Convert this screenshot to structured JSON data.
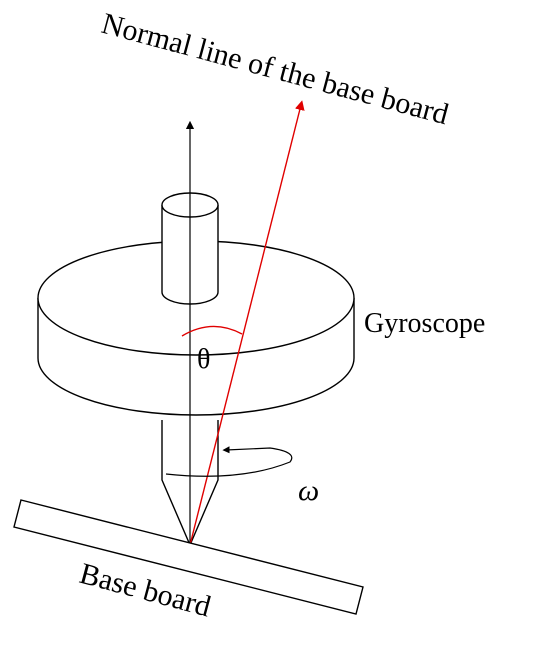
{
  "labels": {
    "normal_line": "Normal line of the base board",
    "gyroscope": "Gyroscope",
    "theta": "θ",
    "omega": "ω",
    "base_board": "Base board"
  },
  "colors": {
    "normal_line": "#e00000",
    "outline": "#000000",
    "background": "#ffffff"
  }
}
